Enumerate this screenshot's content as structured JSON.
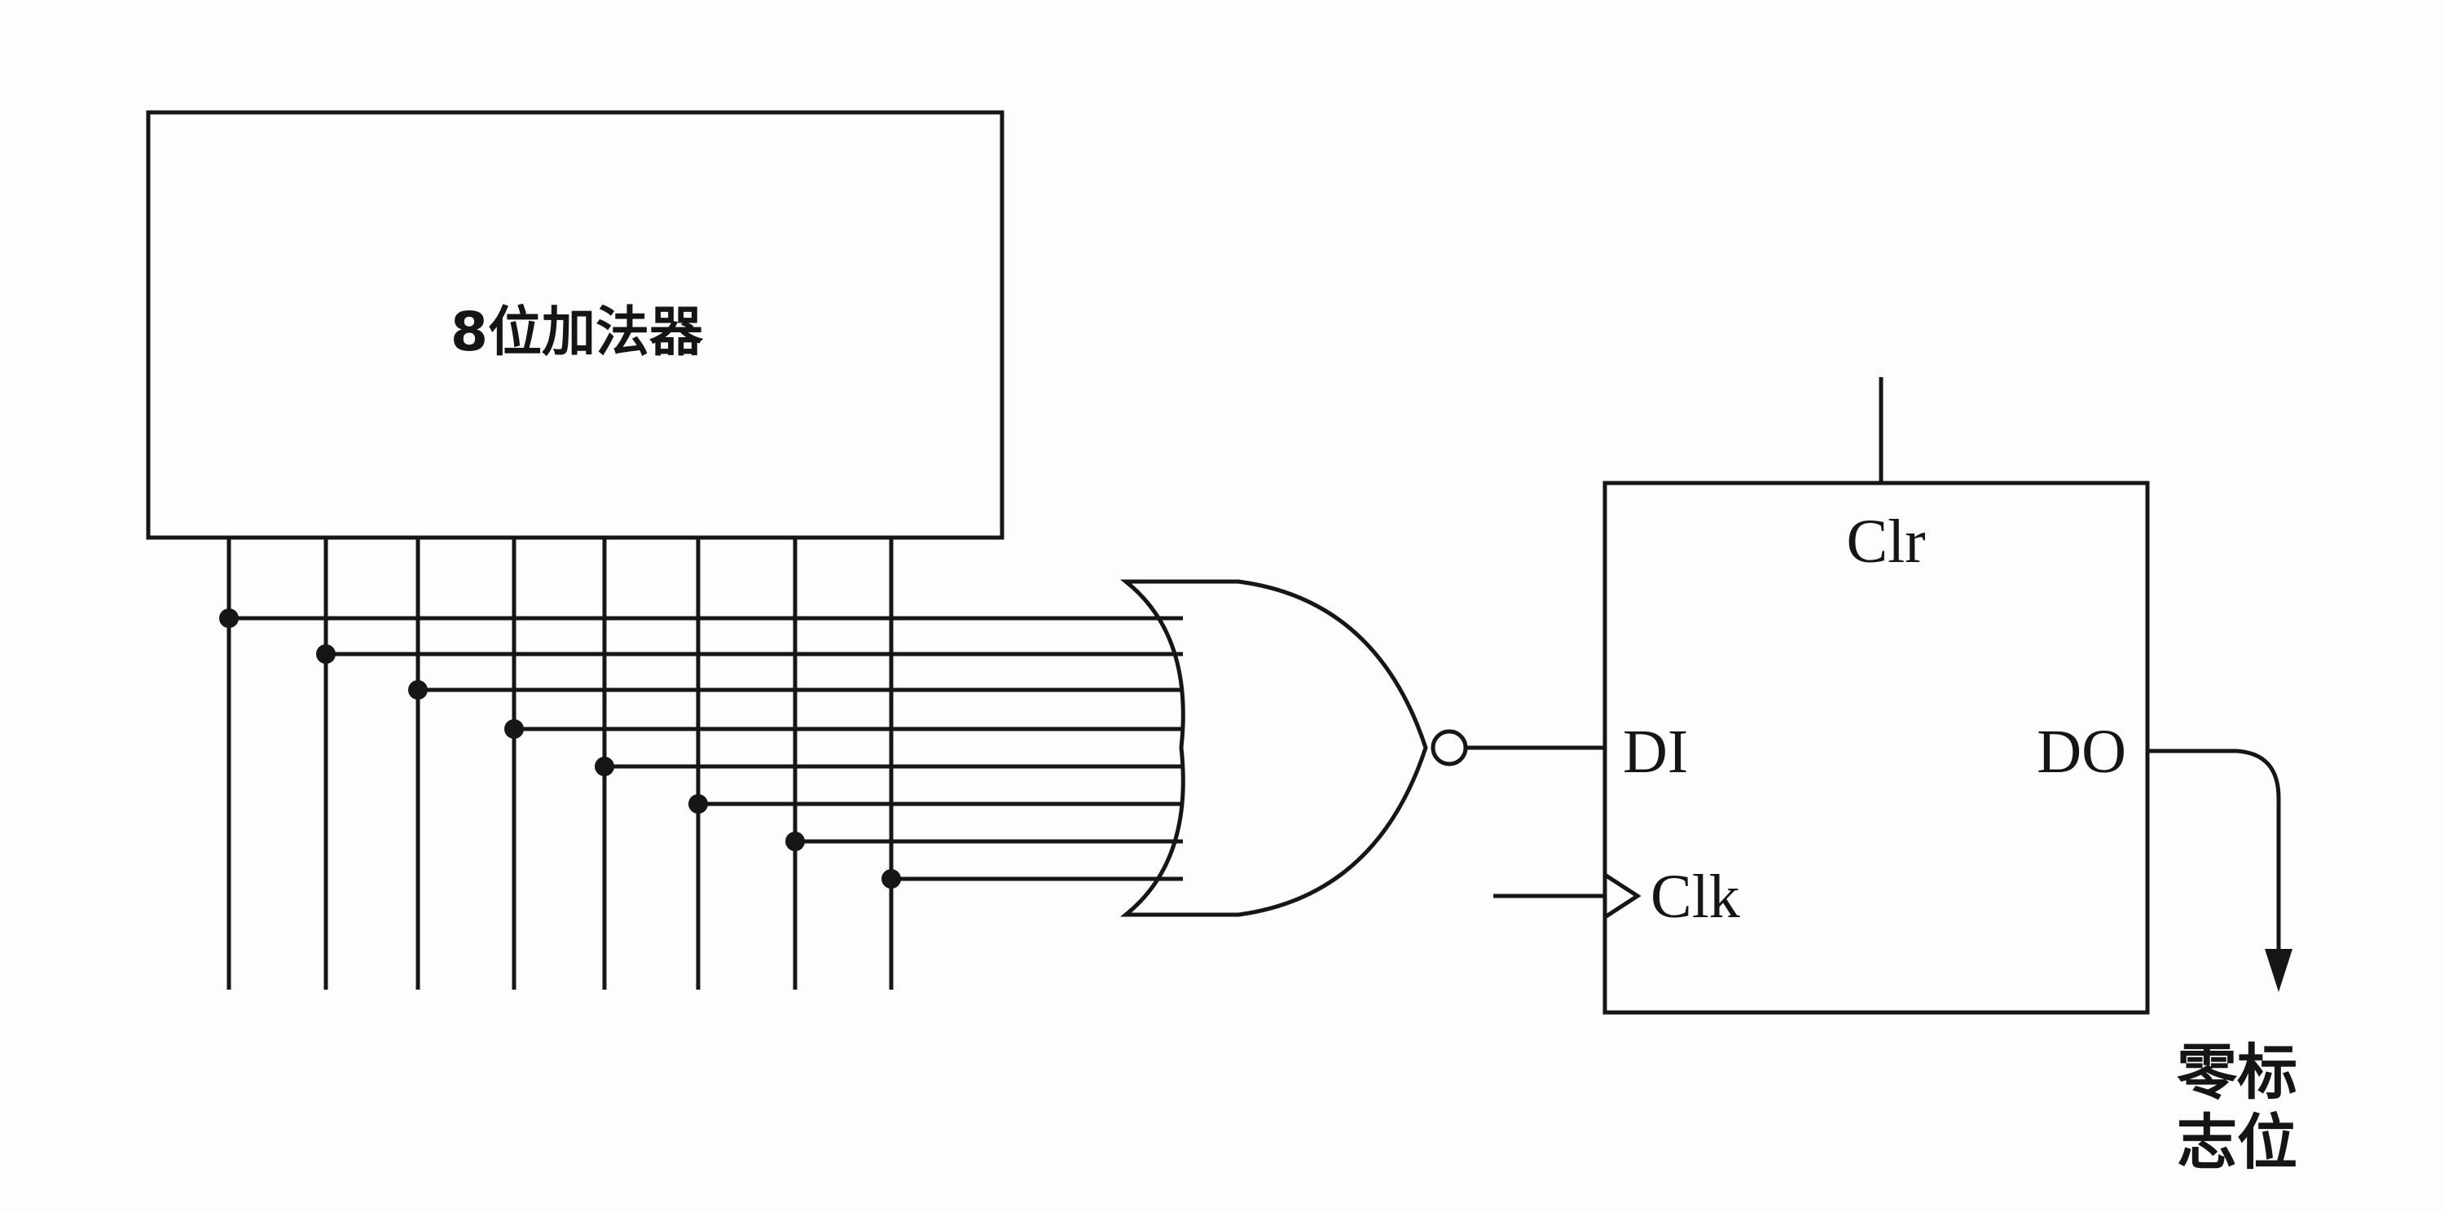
{
  "adder": {
    "label": "8位加法器"
  },
  "flipflop": {
    "clr": "Clr",
    "di": "DI",
    "do": "DO",
    "clk": "Clk"
  },
  "output": {
    "label_line1": "零标",
    "label_line2": "志位"
  },
  "bits": 8
}
